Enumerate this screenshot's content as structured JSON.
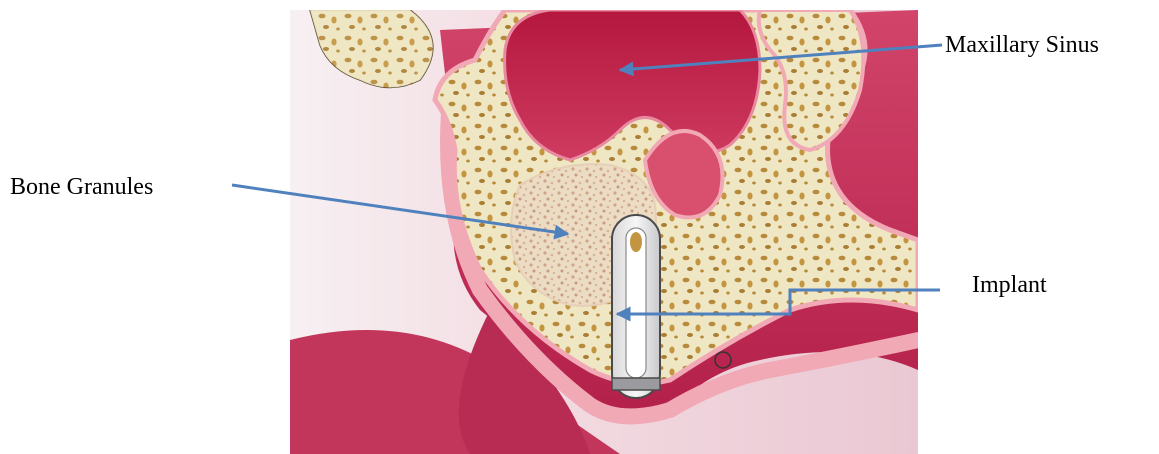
{
  "labels": {
    "maxillary_sinus": "Maxillary Sinus",
    "bone_granules": "Bone Granules",
    "implant": "Implant"
  },
  "colors": {
    "arrow": "#4f81bd",
    "bone": "#efe6c4",
    "soft_tissue": "#c43a5c",
    "sinus": "#c21f45",
    "gum_edge": "#f1a9b5",
    "background": "#f4e7ec"
  }
}
